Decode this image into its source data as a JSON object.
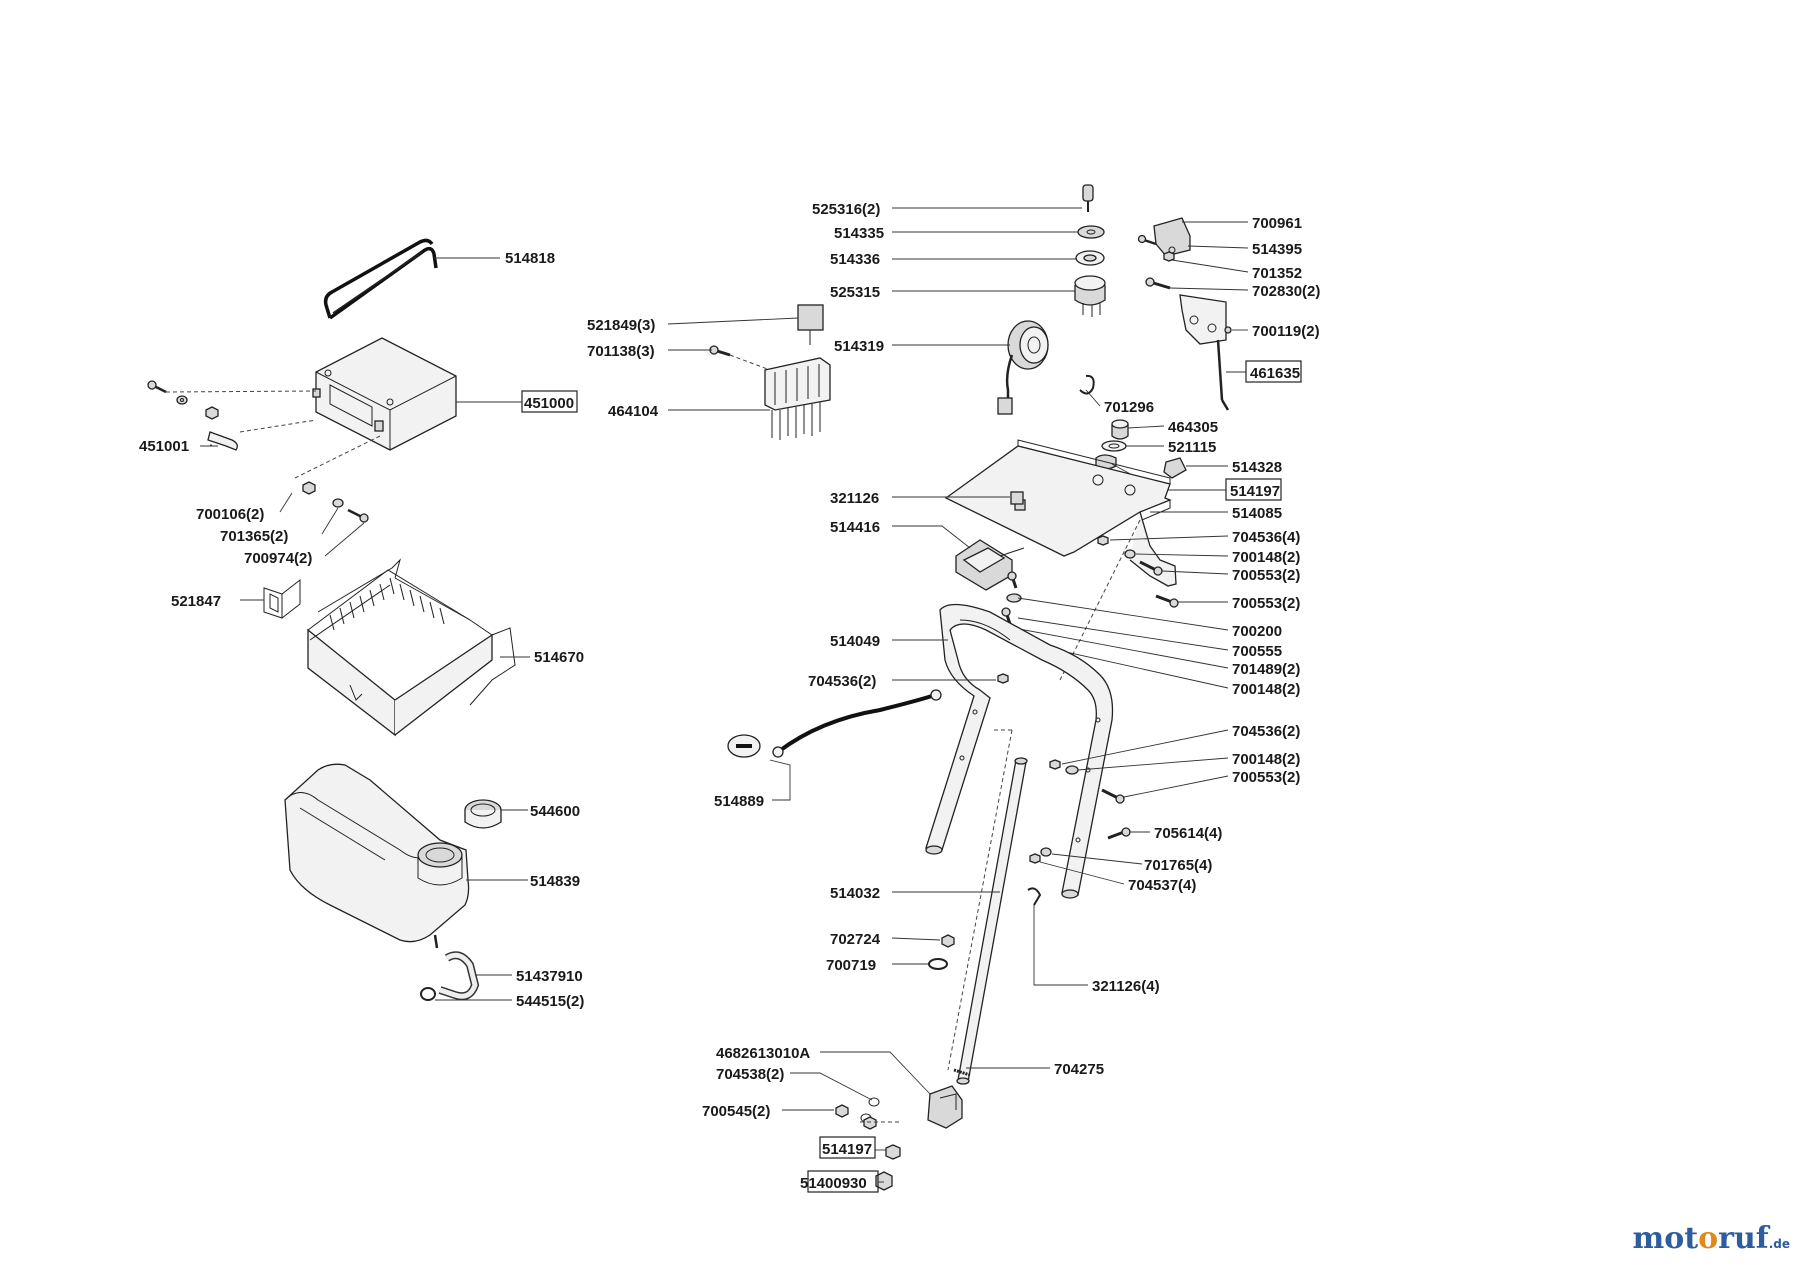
{
  "labels": [
    {
      "id": "514818",
      "text": "514818"
    },
    {
      "id": "451000",
      "text": "451000"
    },
    {
      "id": "451001",
      "text": "451001"
    },
    {
      "id": "700106-2",
      "text": "700106(2)"
    },
    {
      "id": "701365-2",
      "text": "701365(2)"
    },
    {
      "id": "700974-2",
      "text": "700974(2)"
    },
    {
      "id": "521847",
      "text": "521847"
    },
    {
      "id": "514670",
      "text": "514670"
    },
    {
      "id": "544600",
      "text": "544600"
    },
    {
      "id": "514839",
      "text": "514839"
    },
    {
      "id": "51437910",
      "text": "51437910"
    },
    {
      "id": "544515-2",
      "text": "544515(2)"
    },
    {
      "id": "525316-2",
      "text": "525316(2)"
    },
    {
      "id": "514335",
      "text": "514335"
    },
    {
      "id": "514336",
      "text": "514336"
    },
    {
      "id": "525315",
      "text": "525315"
    },
    {
      "id": "521849-3",
      "text": "521849(3)"
    },
    {
      "id": "701138-3",
      "text": "701138(3)"
    },
    {
      "id": "514319",
      "text": "514319"
    },
    {
      "id": "464104",
      "text": "464104"
    },
    {
      "id": "701296",
      "text": "701296"
    },
    {
      "id": "700961",
      "text": "700961"
    },
    {
      "id": "514395",
      "text": "514395"
    },
    {
      "id": "701352",
      "text": "701352"
    },
    {
      "id": "702830-2",
      "text": "702830(2)"
    },
    {
      "id": "700119-2",
      "text": "700119(2)"
    },
    {
      "id": "461635",
      "text": "461635"
    },
    {
      "id": "464305",
      "text": "464305"
    },
    {
      "id": "521115",
      "text": "521115"
    },
    {
      "id": "514328",
      "text": "514328"
    },
    {
      "id": "514197-a",
      "text": "514197"
    },
    {
      "id": "514085",
      "text": "514085"
    },
    {
      "id": "321126",
      "text": "321126"
    },
    {
      "id": "514416",
      "text": "514416"
    },
    {
      "id": "704536-4",
      "text": "704536(4)"
    },
    {
      "id": "700148-2-a",
      "text": "700148(2)"
    },
    {
      "id": "700553-2-a",
      "text": "700553(2)"
    },
    {
      "id": "700553-2-b",
      "text": "700553(2)"
    },
    {
      "id": "700200",
      "text": "700200"
    },
    {
      "id": "700555",
      "text": "700555"
    },
    {
      "id": "701489-2",
      "text": "701489(2)"
    },
    {
      "id": "700148-2-b",
      "text": "700148(2)"
    },
    {
      "id": "514049",
      "text": "514049"
    },
    {
      "id": "704536-2-a",
      "text": "704536(2)"
    },
    {
      "id": "514889",
      "text": "514889"
    },
    {
      "id": "704536-2-b",
      "text": "704536(2)"
    },
    {
      "id": "700148-2-c",
      "text": "700148(2)"
    },
    {
      "id": "700553-2-c",
      "text": "700553(2)"
    },
    {
      "id": "705614-4",
      "text": "705614(4)"
    },
    {
      "id": "701765-4",
      "text": "701765(4)"
    },
    {
      "id": "704537-4",
      "text": "704537(4)"
    },
    {
      "id": "514032",
      "text": "514032"
    },
    {
      "id": "702724",
      "text": "702724"
    },
    {
      "id": "700719",
      "text": "700719"
    },
    {
      "id": "321126-4",
      "text": "321126(4)"
    },
    {
      "id": "4682613010A",
      "text": "4682613010A"
    },
    {
      "id": "704538-2",
      "text": "704538(2)"
    },
    {
      "id": "704275",
      "text": "704275"
    },
    {
      "id": "700545-2",
      "text": "700545(2)"
    },
    {
      "id": "514197-b",
      "text": "514197"
    },
    {
      "id": "51400930",
      "text": "51400930"
    }
  ],
  "logo": {
    "part1": "mot",
    "part2": "o",
    "part3": "ruf",
    "suffix": ".de"
  }
}
